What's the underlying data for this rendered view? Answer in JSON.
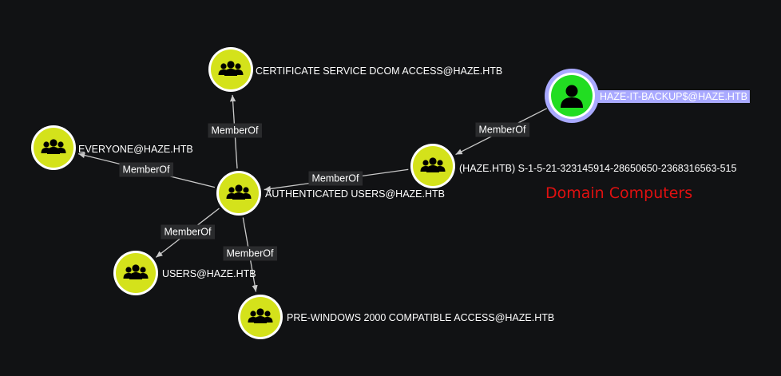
{
  "colors": {
    "background": "#111214",
    "group_fill": "#d4e21b",
    "user_fill": "#22dd22",
    "node_ring": "#ffffff",
    "selected_ring": "#a9a9ff",
    "selected_label_bg": "#a9a9ff",
    "edge": "#c9c9c9",
    "edge_label_bg": "#2a2b2d",
    "annotation": "#e01010"
  },
  "nodes": {
    "cert_dcom": {
      "label": "CERTIFICATE SERVICE DCOM ACCESS@HAZE.HTB",
      "kind": "group",
      "icon": "group-icon"
    },
    "everyone": {
      "label": "EVERYONE@HAZE.HTB",
      "kind": "group",
      "icon": "group-icon"
    },
    "auth_users": {
      "label": "AUTHENTICATED USERS@HAZE.HTB",
      "kind": "group",
      "icon": "group-icon"
    },
    "domain_computers": {
      "label": "(HAZE.HTB) S-1-5-21-323145914-28650650-2368316563-515",
      "kind": "group",
      "icon": "group-icon"
    },
    "it_backup": {
      "label": "HAZE-IT-BACKUP$@HAZE.HTB",
      "kind": "user",
      "icon": "user-icon"
    },
    "users": {
      "label": "USERS@HAZE.HTB",
      "kind": "group",
      "icon": "group-icon"
    },
    "pre2000": {
      "label": "PRE-WINDOWS 2000 COMPATIBLE ACCESS@HAZE.HTB",
      "kind": "group",
      "icon": "group-icon"
    }
  },
  "edges": [
    {
      "from": "it_backup",
      "to": "domain_computers",
      "label": "MemberOf"
    },
    {
      "from": "domain_computers",
      "to": "auth_users",
      "label": "MemberOf"
    },
    {
      "from": "auth_users",
      "to": "cert_dcom",
      "label": "MemberOf"
    },
    {
      "from": "auth_users",
      "to": "everyone",
      "label": "MemberOf"
    },
    {
      "from": "auth_users",
      "to": "users",
      "label": "MemberOf"
    },
    {
      "from": "auth_users",
      "to": "pre2000",
      "label": "MemberOf"
    }
  ],
  "annotation": {
    "text": "Domain Computers"
  }
}
